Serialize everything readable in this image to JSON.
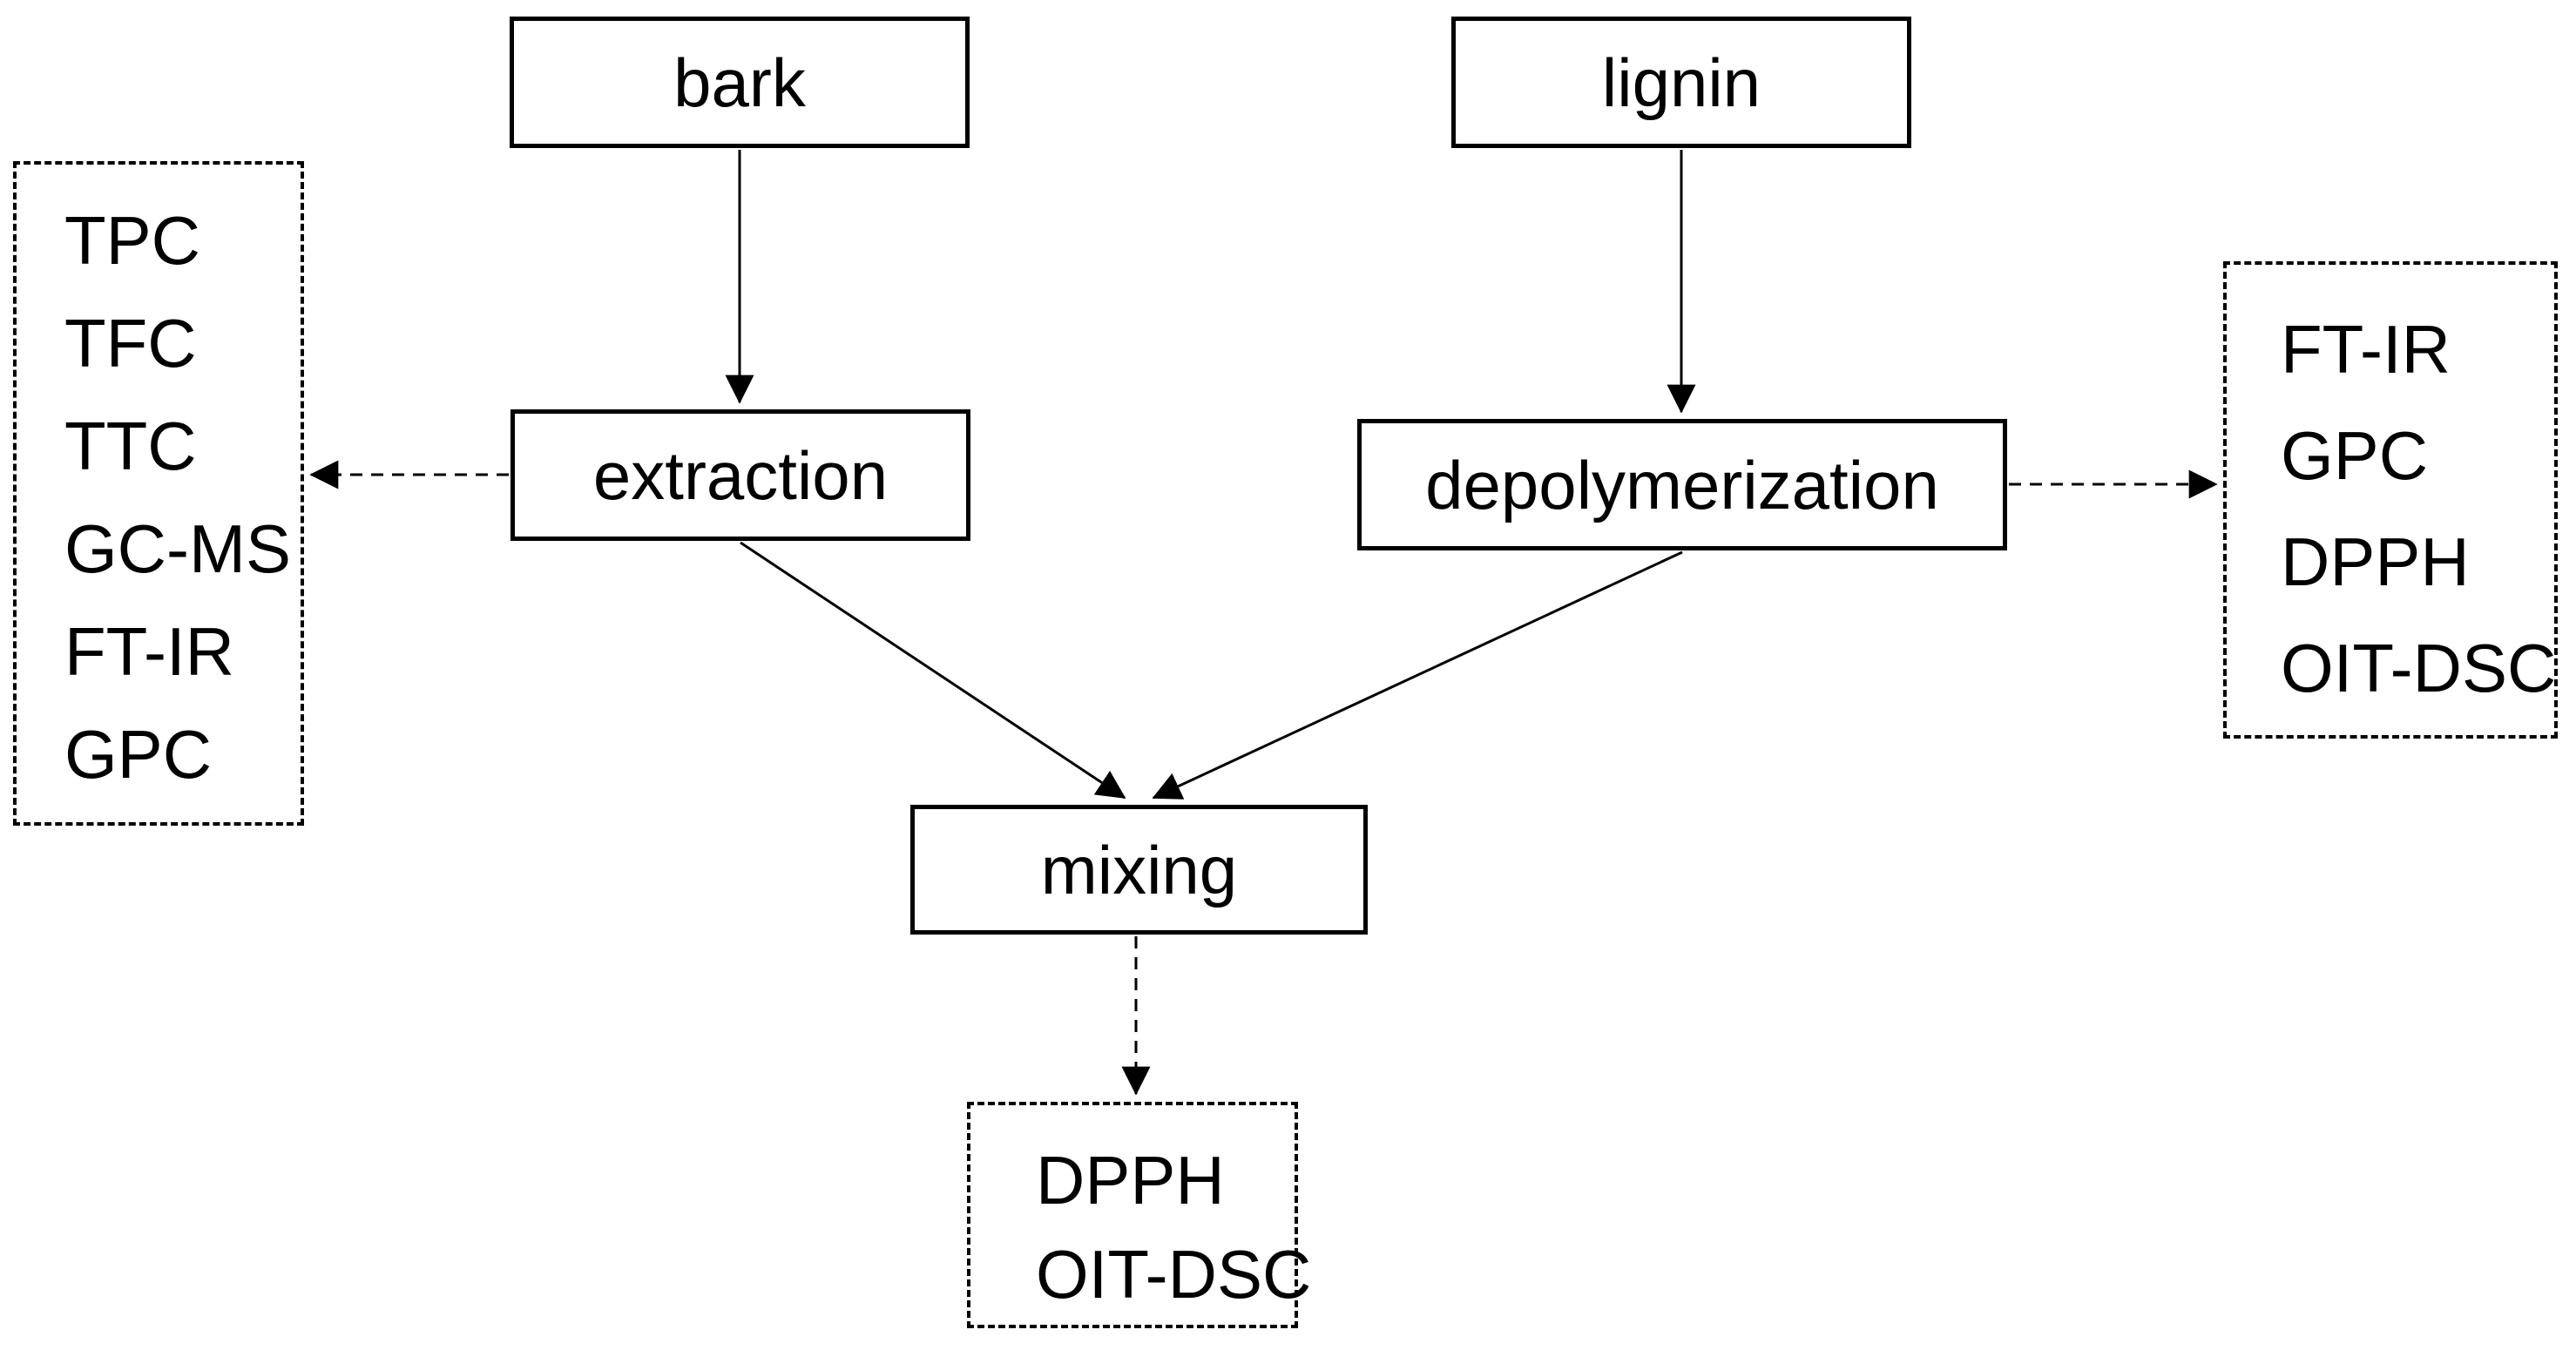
{
  "diagram": {
    "title": "bark and lignin processing flowchart",
    "colors": {
      "line": "#000000",
      "text": "#000000",
      "background": "#ffffff"
    },
    "nodes": {
      "bark": "bark",
      "lignin": "lignin",
      "extraction": "extraction",
      "depolymerization": "depolymerization",
      "mixing": "mixing"
    },
    "panels": {
      "extraction_analyses": {
        "items": [
          "TPC",
          "TFC",
          "TTC",
          "GC-MS",
          "FT-IR",
          "GPC"
        ]
      },
      "depolymerization_analyses": {
        "items": [
          "FT-IR",
          "GPC",
          "DPPH",
          "OIT-DSC"
        ]
      },
      "mixing_analyses": {
        "items": [
          "DPPH",
          "OIT-DSC"
        ]
      }
    },
    "edges": [
      {
        "from": "bark",
        "to": "extraction",
        "style": "solid-arrow"
      },
      {
        "from": "lignin",
        "to": "depolymerization",
        "style": "solid-arrow"
      },
      {
        "from": "extraction",
        "to": "extraction_analyses",
        "style": "dashed-arrow"
      },
      {
        "from": "depolymerization",
        "to": "depolymerization_analyses",
        "style": "dashed-arrow"
      },
      {
        "from": "extraction",
        "to": "mixing",
        "style": "solid-arrow"
      },
      {
        "from": "depolymerization",
        "to": "mixing",
        "style": "solid-arrow"
      },
      {
        "from": "mixing",
        "to": "mixing_analyses",
        "style": "dashed-arrow"
      }
    ]
  }
}
